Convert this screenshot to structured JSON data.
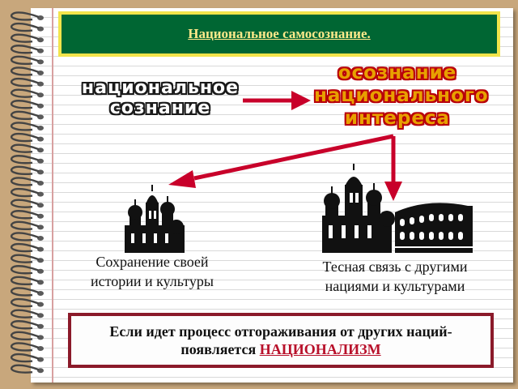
{
  "title": "Национальное самосознание.",
  "national_consciousness": {
    "line1": "национальное",
    "line2": "сознание"
  },
  "awareness": {
    "line1": "осознание",
    "line2": "национального",
    "line3": "интереса"
  },
  "left_caption": {
    "line1": "Сохранение своей",
    "line2": "истории и культуры"
  },
  "right_caption": {
    "line1": "Тесная связь с другими",
    "line2": "нациями и культурами"
  },
  "conclusion": {
    "line1": "Если идет процесс отгораживания от других наций-",
    "line2_prefix": "появляется ",
    "keyword": "НАЦИОНАЛИЗМ"
  },
  "colors": {
    "arrow": "#c8002a",
    "title_bg": "#006633",
    "title_border": "#f2e44b",
    "conclusion_border": "#8b1a2a"
  },
  "icons": [
    "spiral-binding-icon",
    "kremlin-cathedral-icon",
    "colosseum-icon"
  ]
}
